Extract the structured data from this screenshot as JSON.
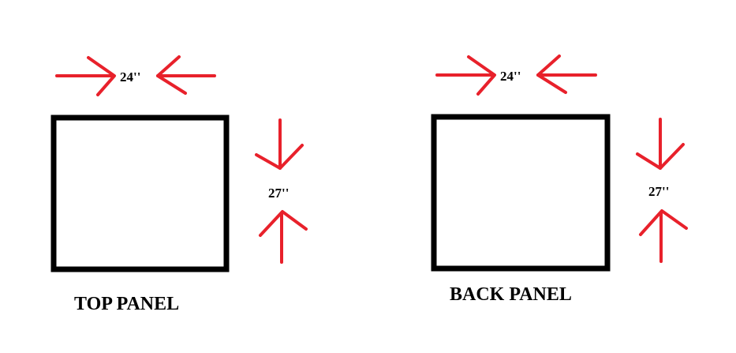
{
  "colors": {
    "arrow": "#e8212b",
    "outline": "#000000",
    "background": "#ffffff"
  },
  "panels": [
    {
      "title": "TOP PANEL",
      "width_label": "24''",
      "height_label": "27''"
    },
    {
      "title": "BACK PANEL",
      "width_label": "24''",
      "height_label": "27''"
    }
  ]
}
